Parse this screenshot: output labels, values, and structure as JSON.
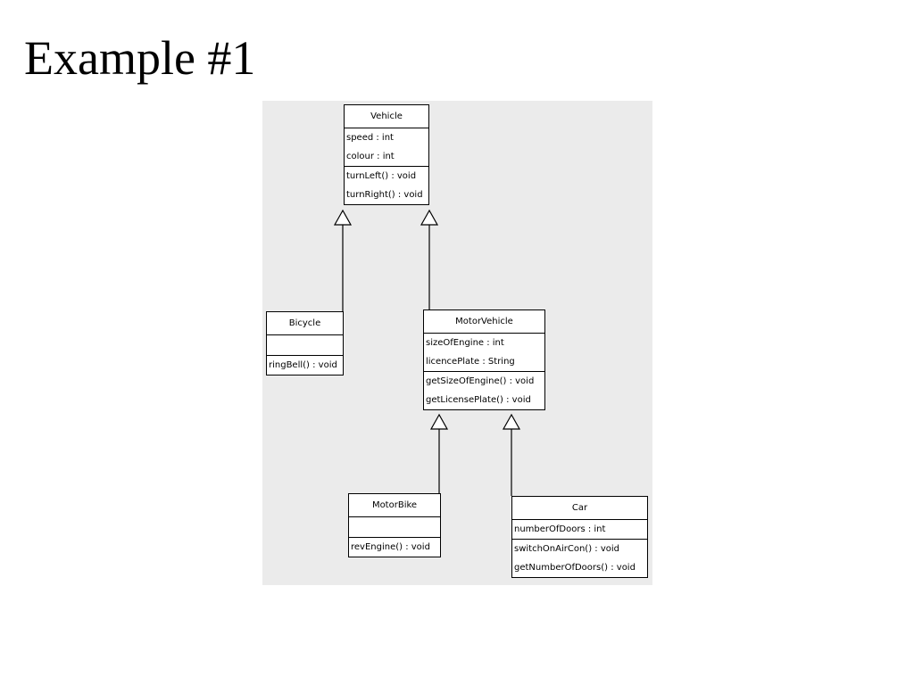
{
  "slide": {
    "title": "Example #1"
  },
  "classes": {
    "vehicle": {
      "name": "Vehicle",
      "attributes": [
        "speed : int",
        "colour : int"
      ],
      "operations": [
        "turnLeft() : void",
        "turnRight() : void"
      ]
    },
    "bicycle": {
      "name": "Bicycle",
      "attributes": [],
      "operations": [
        "ringBell() : void"
      ]
    },
    "motor_vehicle": {
      "name": "MotorVehicle",
      "attributes": [
        "sizeOfEngine : int",
        "licencePlate : String"
      ],
      "operations": [
        "getSizeOfEngine() : void",
        "getLicensePlate() : void"
      ]
    },
    "motor_bike": {
      "name": "MotorBike",
      "attributes": [],
      "operations": [
        "revEngine() : void"
      ]
    },
    "car": {
      "name": "Car",
      "attributes": [
        "numberOfDoors : int"
      ],
      "operations": [
        "switchOnAirCon() : void",
        "getNumberOfDoors() : void"
      ]
    }
  },
  "relations": [
    {
      "type": "generalization",
      "from": "Bicycle",
      "to": "Vehicle"
    },
    {
      "type": "generalization",
      "from": "MotorVehicle",
      "to": "Vehicle"
    },
    {
      "type": "generalization",
      "from": "MotorBike",
      "to": "MotorVehicle"
    },
    {
      "type": "generalization",
      "from": "Car",
      "to": "MotorVehicle"
    }
  ]
}
